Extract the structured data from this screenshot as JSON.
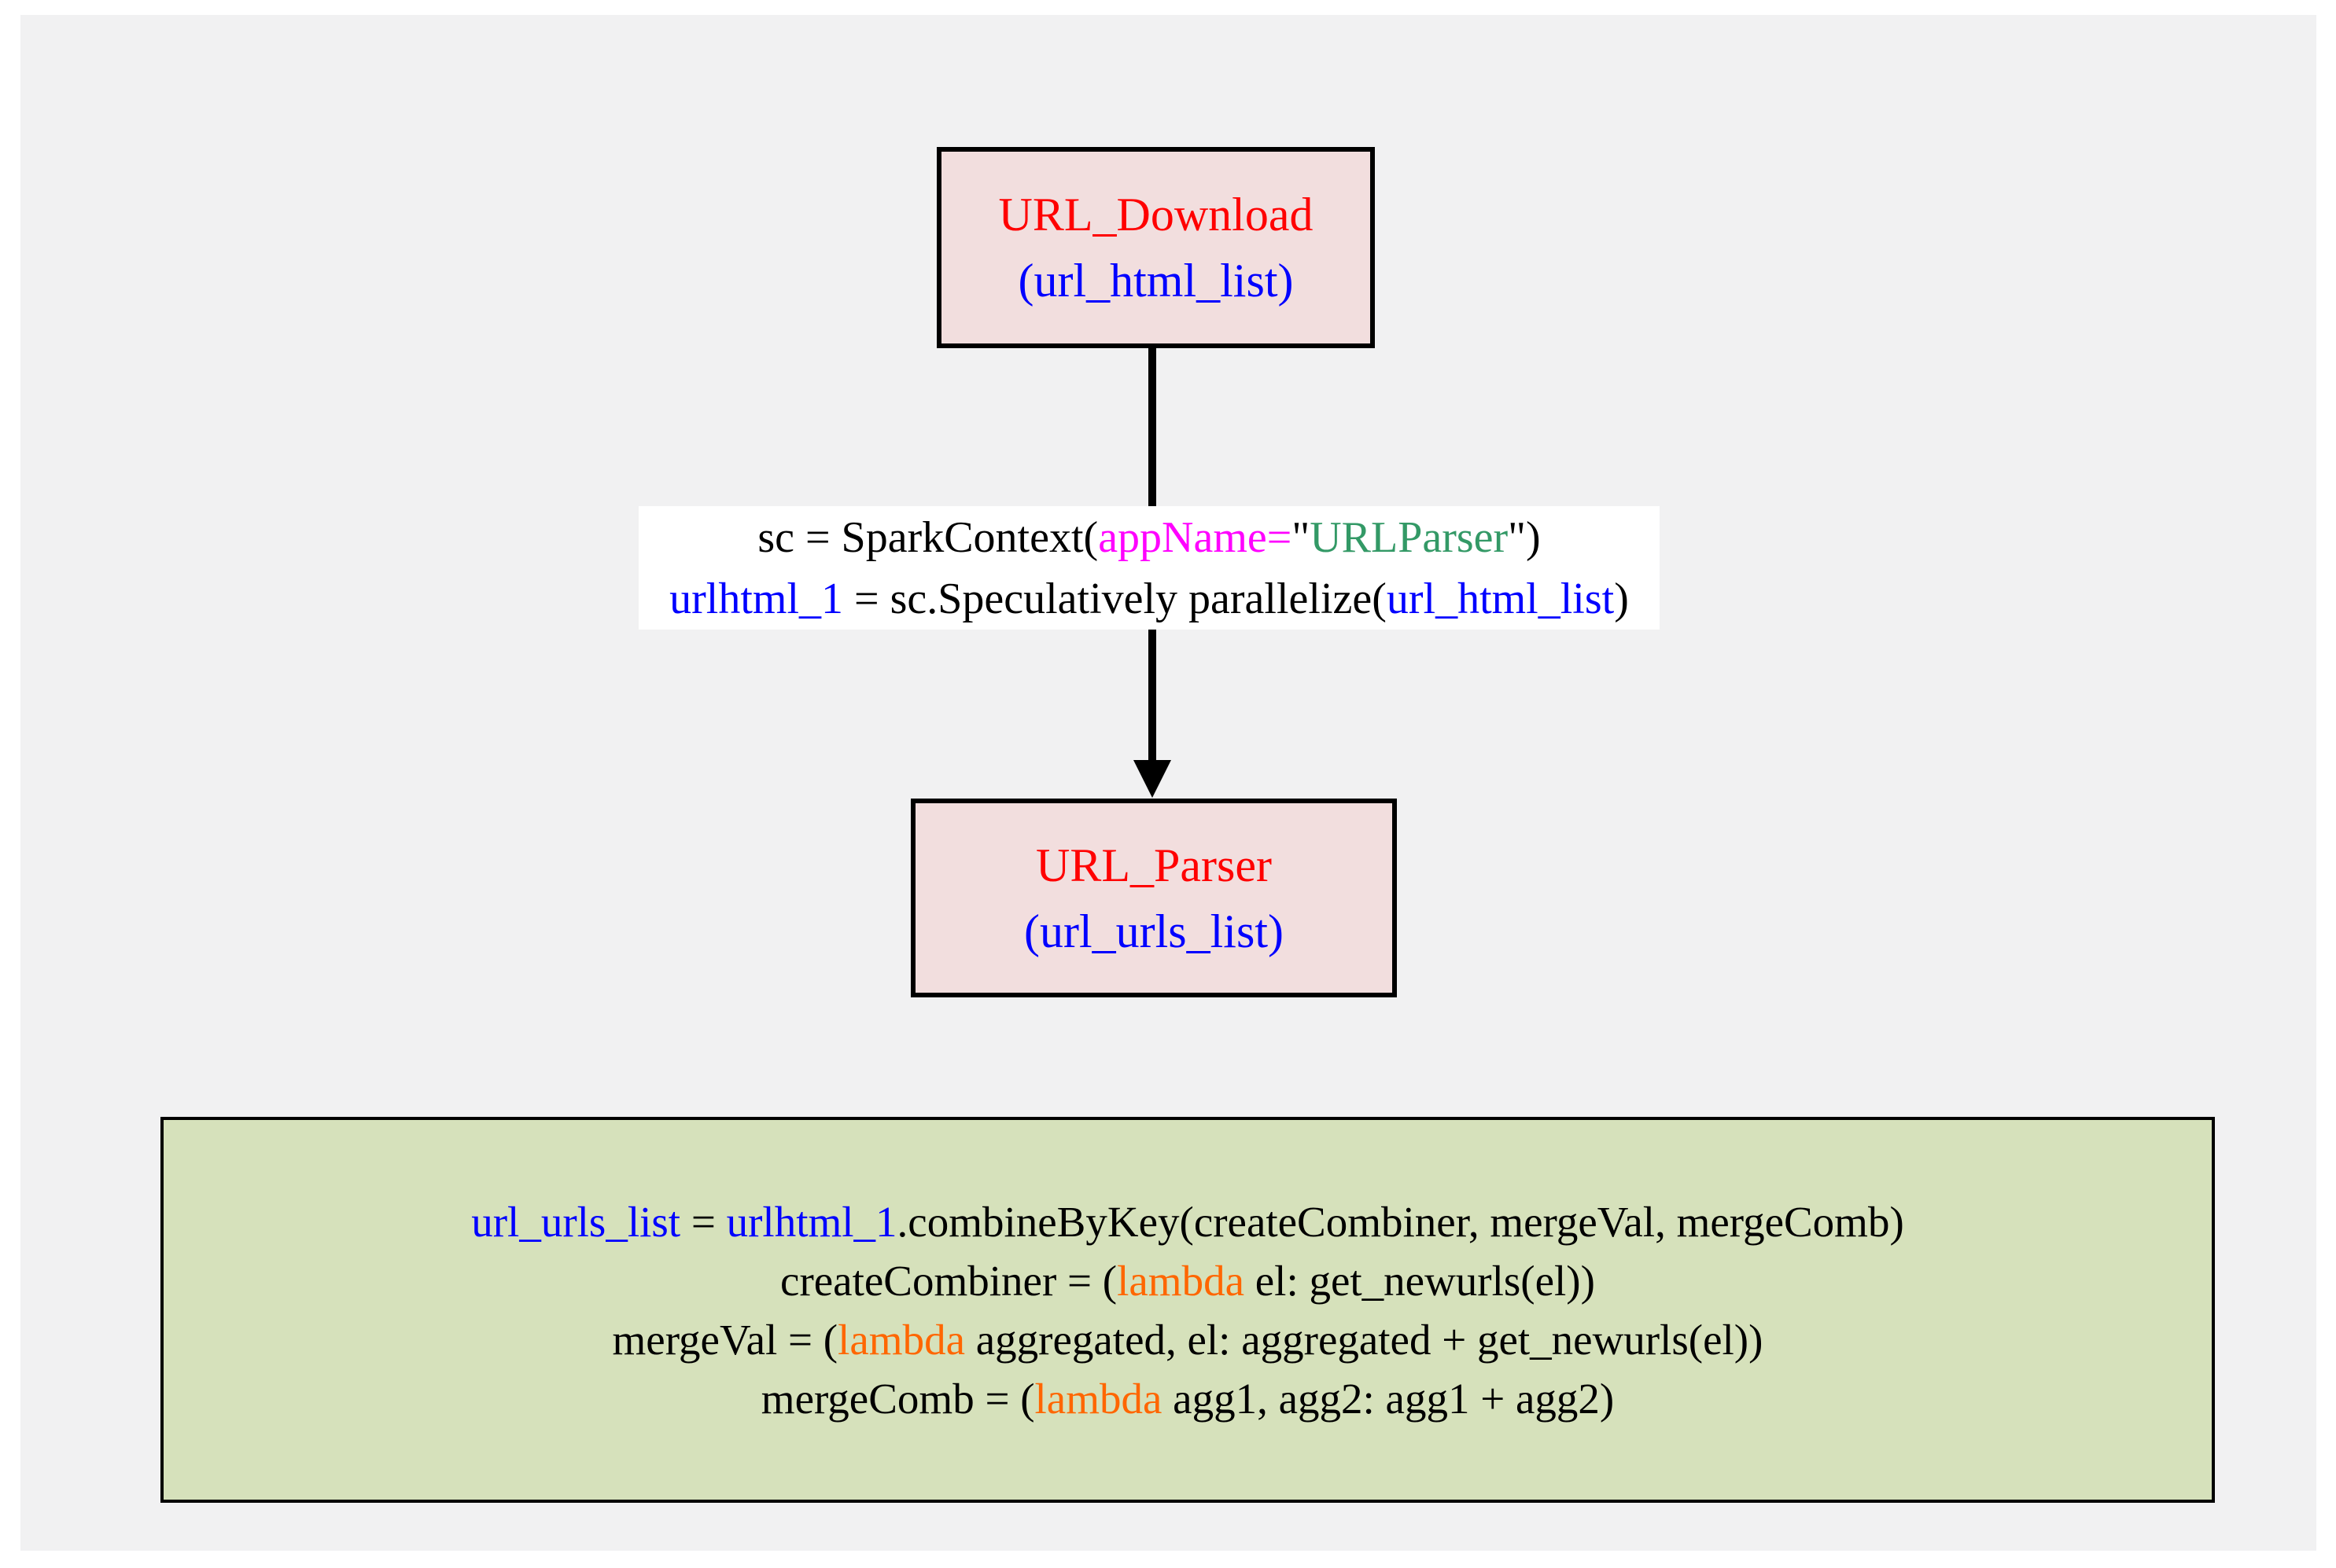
{
  "palette": {
    "page_bg": "#ffffff",
    "panel_bg": "#f1f1f2",
    "node_fill": "#f2dede",
    "node_border": "#000000",
    "code_fill": "#d6e1bb",
    "code_border": "#000000",
    "label_bg": "#ffffff",
    "arrow": "#000000",
    "red": "#ff0000",
    "blue": "#0000ff",
    "magenta": "#ff00ff",
    "seagreen": "#339966",
    "orange": "#ff6600",
    "black": "#000000"
  },
  "nodes": [
    {
      "title": "URL_Download",
      "subtitle": "(url_html_list)"
    },
    {
      "title": "URL_Parser",
      "subtitle": "(url_urls_list)"
    }
  ],
  "edge_label": {
    "line1": [
      {
        "text": "sc = SparkContext(",
        "color": "#000000"
      },
      {
        "text": "appName=",
        "color": "#ff00ff"
      },
      {
        "text": "\"",
        "color": "#000000"
      },
      {
        "text": "URLParser",
        "color": "#339966"
      },
      {
        "text": "\")",
        "color": "#000000"
      }
    ],
    "line2": [
      {
        "text": "urlhtml_1",
        "color": "#0000ff"
      },
      {
        "text": " = sc.Speculatively parallelize(",
        "color": "#000000"
      },
      {
        "text": "url_html_list",
        "color": "#0000ff"
      },
      {
        "text": ")",
        "color": "#000000"
      }
    ]
  },
  "code_box": {
    "lines": [
      [
        {
          "text": "url_urls_list",
          "color": "#0000ff"
        },
        {
          "text": " = ",
          "color": "#000000"
        },
        {
          "text": "urlhtml_1",
          "color": "#0000ff"
        },
        {
          "text": ".combineByKey(createCombiner, mergeVal, mergeComb)",
          "color": "#000000"
        }
      ],
      [
        {
          "text": "createCombiner = (",
          "color": "#000000"
        },
        {
          "text": "lambda",
          "color": "#ff6600"
        },
        {
          "text": " el: get_newurls(el))",
          "color": "#000000"
        }
      ],
      [
        {
          "text": "mergeVal = (",
          "color": "#000000"
        },
        {
          "text": "lambda",
          "color": "#ff6600"
        },
        {
          "text": " aggregated, el: aggregated + get_newurls(el))",
          "color": "#000000"
        }
      ],
      [
        {
          "text": "mergeComb = (",
          "color": "#000000"
        },
        {
          "text": "lambda",
          "color": "#ff6600"
        },
        {
          "text": " agg1, agg2: agg1 + agg2)",
          "color": "#000000"
        }
      ]
    ]
  }
}
